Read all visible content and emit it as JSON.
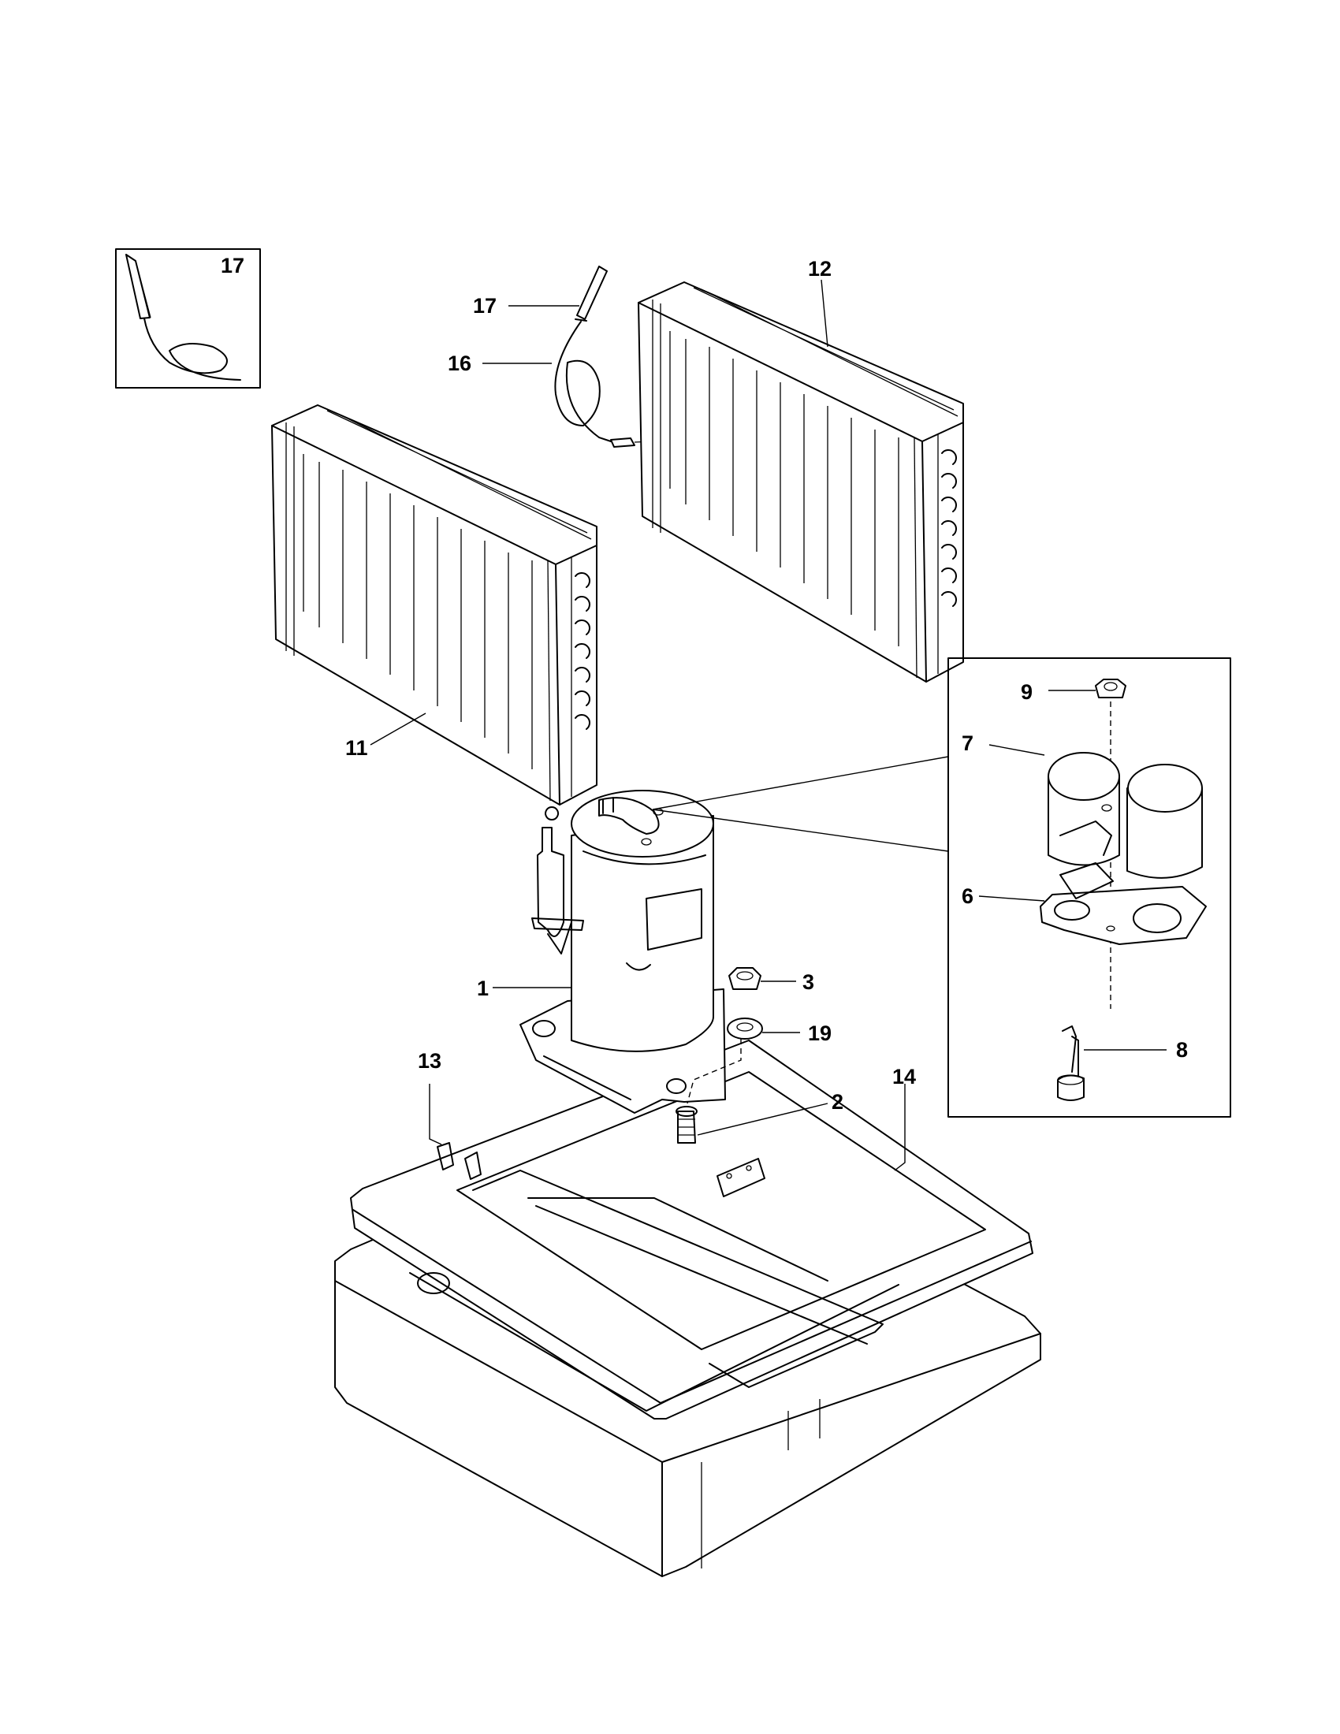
{
  "diagram": {
    "callouts": {
      "c17_inset": "17",
      "c17": "17",
      "c16": "16",
      "c12": "12",
      "c11": "11",
      "c9": "9",
      "c7": "7",
      "c6": "6",
      "c8": "8",
      "c1": "1",
      "c3": "3",
      "c19": "19",
      "c13": "13",
      "c14": "14",
      "c2": "2"
    },
    "parts": {
      "compressor": "compressor",
      "condenser_coil_left": "coil-11",
      "condenser_coil_right": "coil-12",
      "base_pan": "base-pan-14",
      "drain_pan": "drain-pan-13"
    }
  }
}
